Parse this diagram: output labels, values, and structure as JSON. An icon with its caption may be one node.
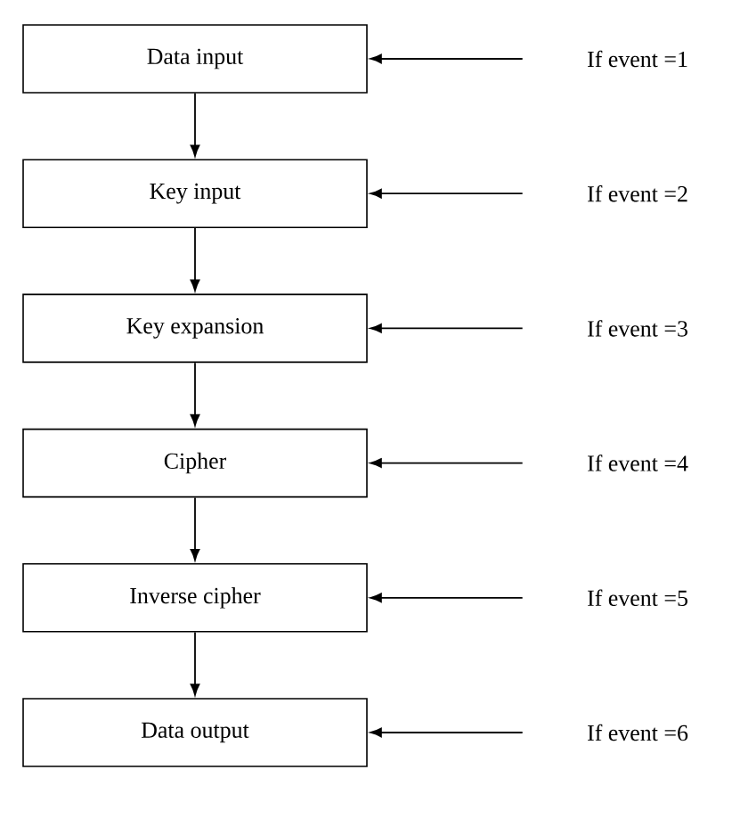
{
  "diagram": {
    "nodes": [
      {
        "text": [
          "Data input"
        ]
      },
      {
        "text": [
          "Key input"
        ]
      },
      {
        "text": [
          "Key expansion"
        ]
      },
      {
        "text": [
          "Cipher"
        ]
      },
      {
        "text": [
          "Inverse cipher"
        ]
      },
      {
        "text": [
          "Data output"
        ]
      },
      {
        "text": [
          "If event =1"
        ]
      },
      {
        "text": [
          "If event =2"
        ]
      },
      {
        "text": [
          "If event =3"
        ]
      },
      {
        "text": [
          "If event =4"
        ]
      },
      {
        "text": [
          "If event =5"
        ]
      },
      {
        "text": [
          "If event =6"
        ]
      }
    ],
    "edges": [
      {
        "from": 0,
        "to": 1,
        "arrow": "to"
      },
      {
        "from": 1,
        "to": 2,
        "arrow": "to"
      },
      {
        "from": 2,
        "to": 3,
        "arrow": "to"
      },
      {
        "from": 3,
        "to": 4,
        "arrow": "to"
      },
      {
        "from": 4,
        "to": 5,
        "arrow": "to"
      },
      {
        "from": 6,
        "to": 0,
        "arrow": "to"
      },
      {
        "from": 7,
        "to": 1,
        "arrow": "to"
      },
      {
        "from": 8,
        "to": 2,
        "arrow": "to"
      },
      {
        "from": 9,
        "to": 3,
        "arrow": "to"
      },
      {
        "from": 10,
        "to": 4,
        "arrow": "to"
      },
      {
        "from": 11,
        "to": 5,
        "arrow": "to"
      }
    ]
  }
}
